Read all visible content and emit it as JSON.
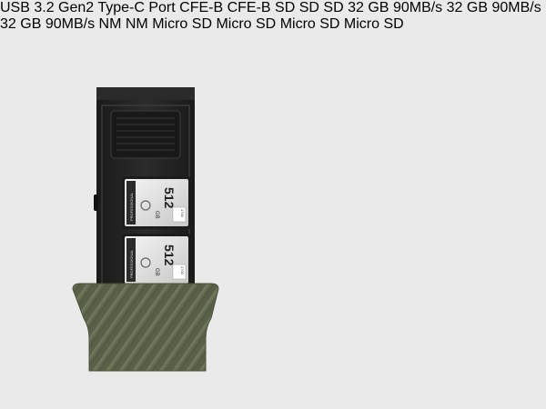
{
  "colors": {
    "background": "#eaeaea",
    "accent_orange": "#e8742e",
    "case_dark": "#232323",
    "rubber_olive": "#6b7257",
    "card_outline": "#b5b5b5",
    "sd_gold": "#c9a23a"
  },
  "port_label": {
    "line1": "USB 3.2 Gen2",
    "line2": "Type-C Port"
  },
  "left_case": {
    "cfe_cards": [
      {
        "capacity": "512",
        "unit": "GB",
        "brand": "PROFESSIONAL",
        "speed": "1700"
      },
      {
        "capacity": "512",
        "unit": "GB",
        "brand": "PROFESSIONAL",
        "speed": "1700"
      }
    ]
  },
  "cfe_outline_label": "CFE-B",
  "sd_outline_label": "SD",
  "nano_label": "NM",
  "micro_label": "Micro SD",
  "right_case": {
    "sd_cards": [
      {
        "capacity": "32",
        "unit": "GB",
        "speed": "90MB/s"
      },
      {
        "capacity": "32",
        "unit": "GB",
        "speed": "90MB/s"
      },
      {
        "capacity": "32",
        "unit": "GB",
        "speed": "90MB/s"
      }
    ]
  }
}
